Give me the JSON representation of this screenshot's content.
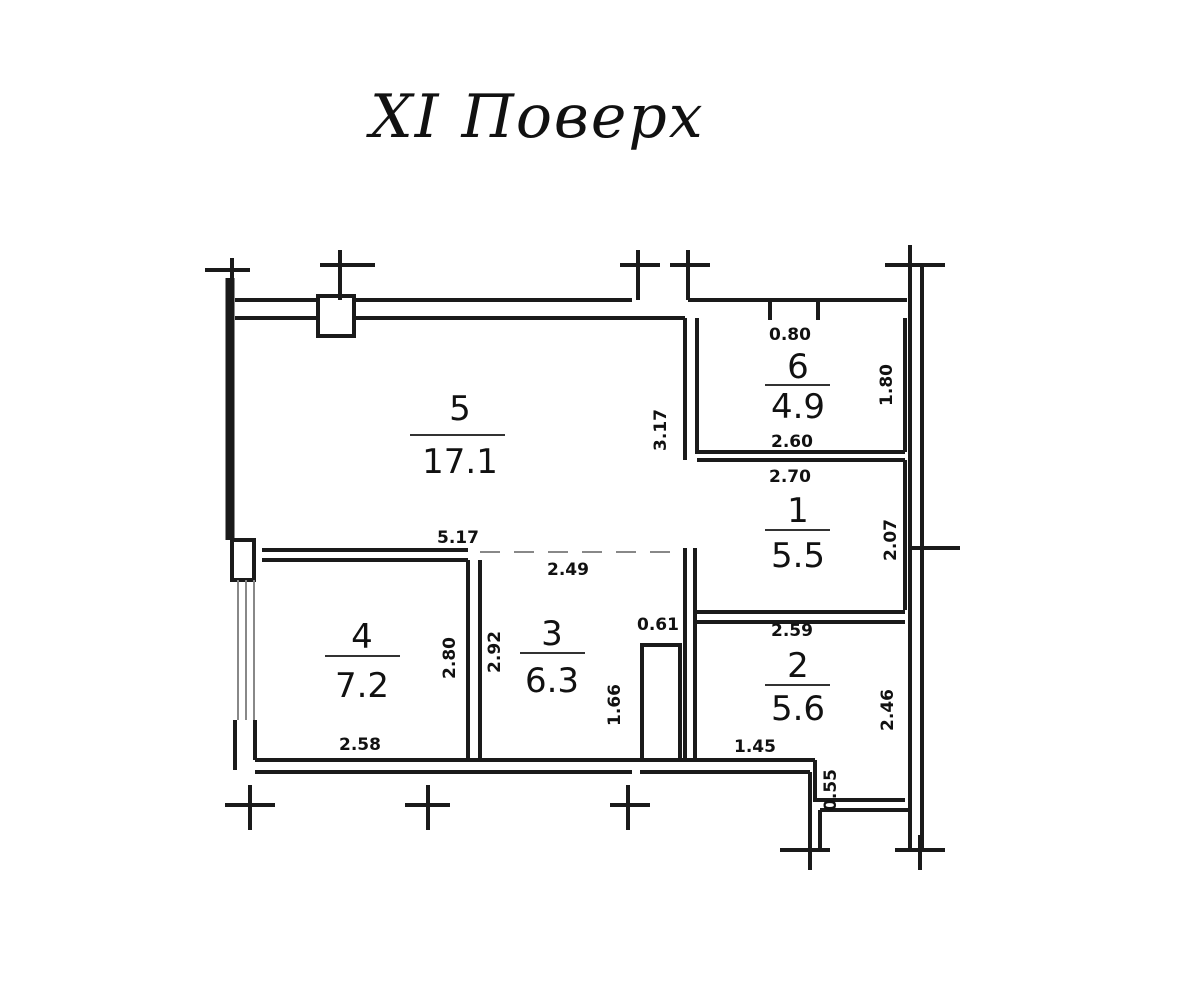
{
  "title": "XI Поверх",
  "rooms": [
    {
      "number": "1",
      "area": "5.5"
    },
    {
      "number": "2",
      "area": "5.6"
    },
    {
      "number": "3",
      "area": "6.3"
    },
    {
      "number": "4",
      "area": "7.2"
    },
    {
      "number": "5",
      "area": "17.1"
    },
    {
      "number": "6",
      "area": "4.9"
    }
  ],
  "dimensions": {
    "r6_top": "0.80",
    "r6_bottom": "2.60",
    "r6_side": "1.80",
    "r5_side": "3.17",
    "r1_top": "2.70",
    "r1_side": "2.07",
    "r5_bottom": "5.17",
    "r3_top": "2.49",
    "r3_small": "0.61",
    "r3_side": "1.66",
    "r4_side": "2.80",
    "r3_left": "2.92",
    "r4_bottom": "2.58",
    "r2_top": "2.59",
    "r2_side": "2.46",
    "r2_bottom": "1.45",
    "r2_small": "0.55"
  }
}
